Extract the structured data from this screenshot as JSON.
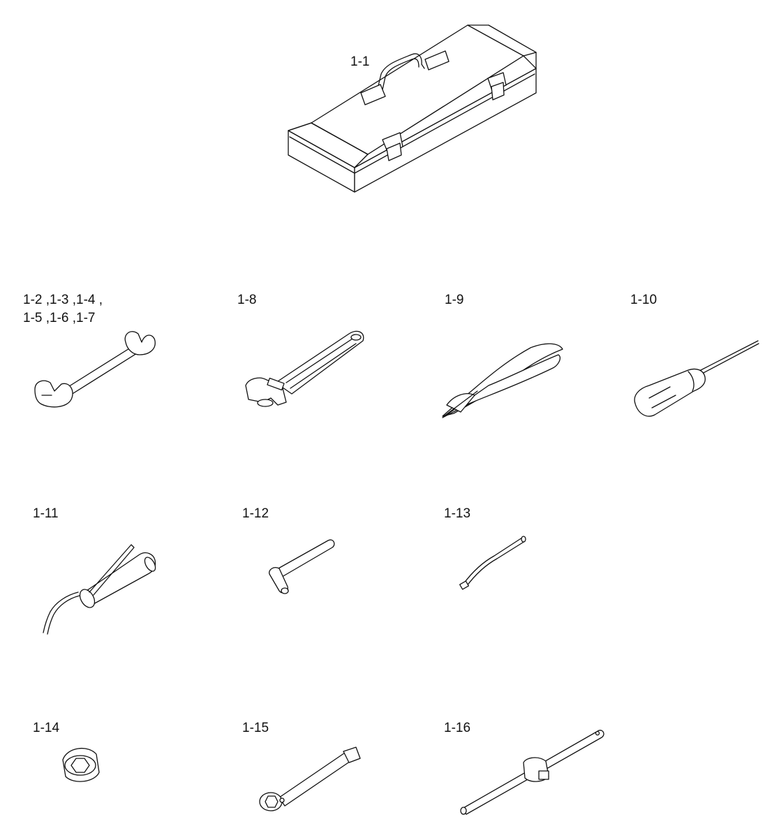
{
  "labels": {
    "p1_1": "1-1",
    "p1_2_line1": "1-2 ,1-3 ,1-4 ,",
    "p1_2_line2": "1-5 ,1-6 ,1-7",
    "p1_8": "1-8",
    "p1_9": "1-9",
    "p1_10": "1-10",
    "p1_11": "1-11",
    "p1_12": "1-12",
    "p1_13": "1-13",
    "p1_14": "1-14",
    "p1_15": "1-15",
    "p1_16": "1-16"
  },
  "parts": [
    {
      "id": "1-1",
      "name": "toolbox"
    },
    {
      "id": "1-2..1-7",
      "name": "open-end-wrench"
    },
    {
      "id": "1-8",
      "name": "adjustable-wrench"
    },
    {
      "id": "1-9",
      "name": "pliers"
    },
    {
      "id": "1-10",
      "name": "screwdriver"
    },
    {
      "id": "1-11",
      "name": "grease-gun"
    },
    {
      "id": "1-12",
      "name": "hex-key"
    },
    {
      "id": "1-13",
      "name": "tube"
    },
    {
      "id": "1-14",
      "name": "socket"
    },
    {
      "id": "1-15",
      "name": "box-wrench"
    },
    {
      "id": "1-16",
      "name": "t-handle-socket-wrench"
    }
  ]
}
